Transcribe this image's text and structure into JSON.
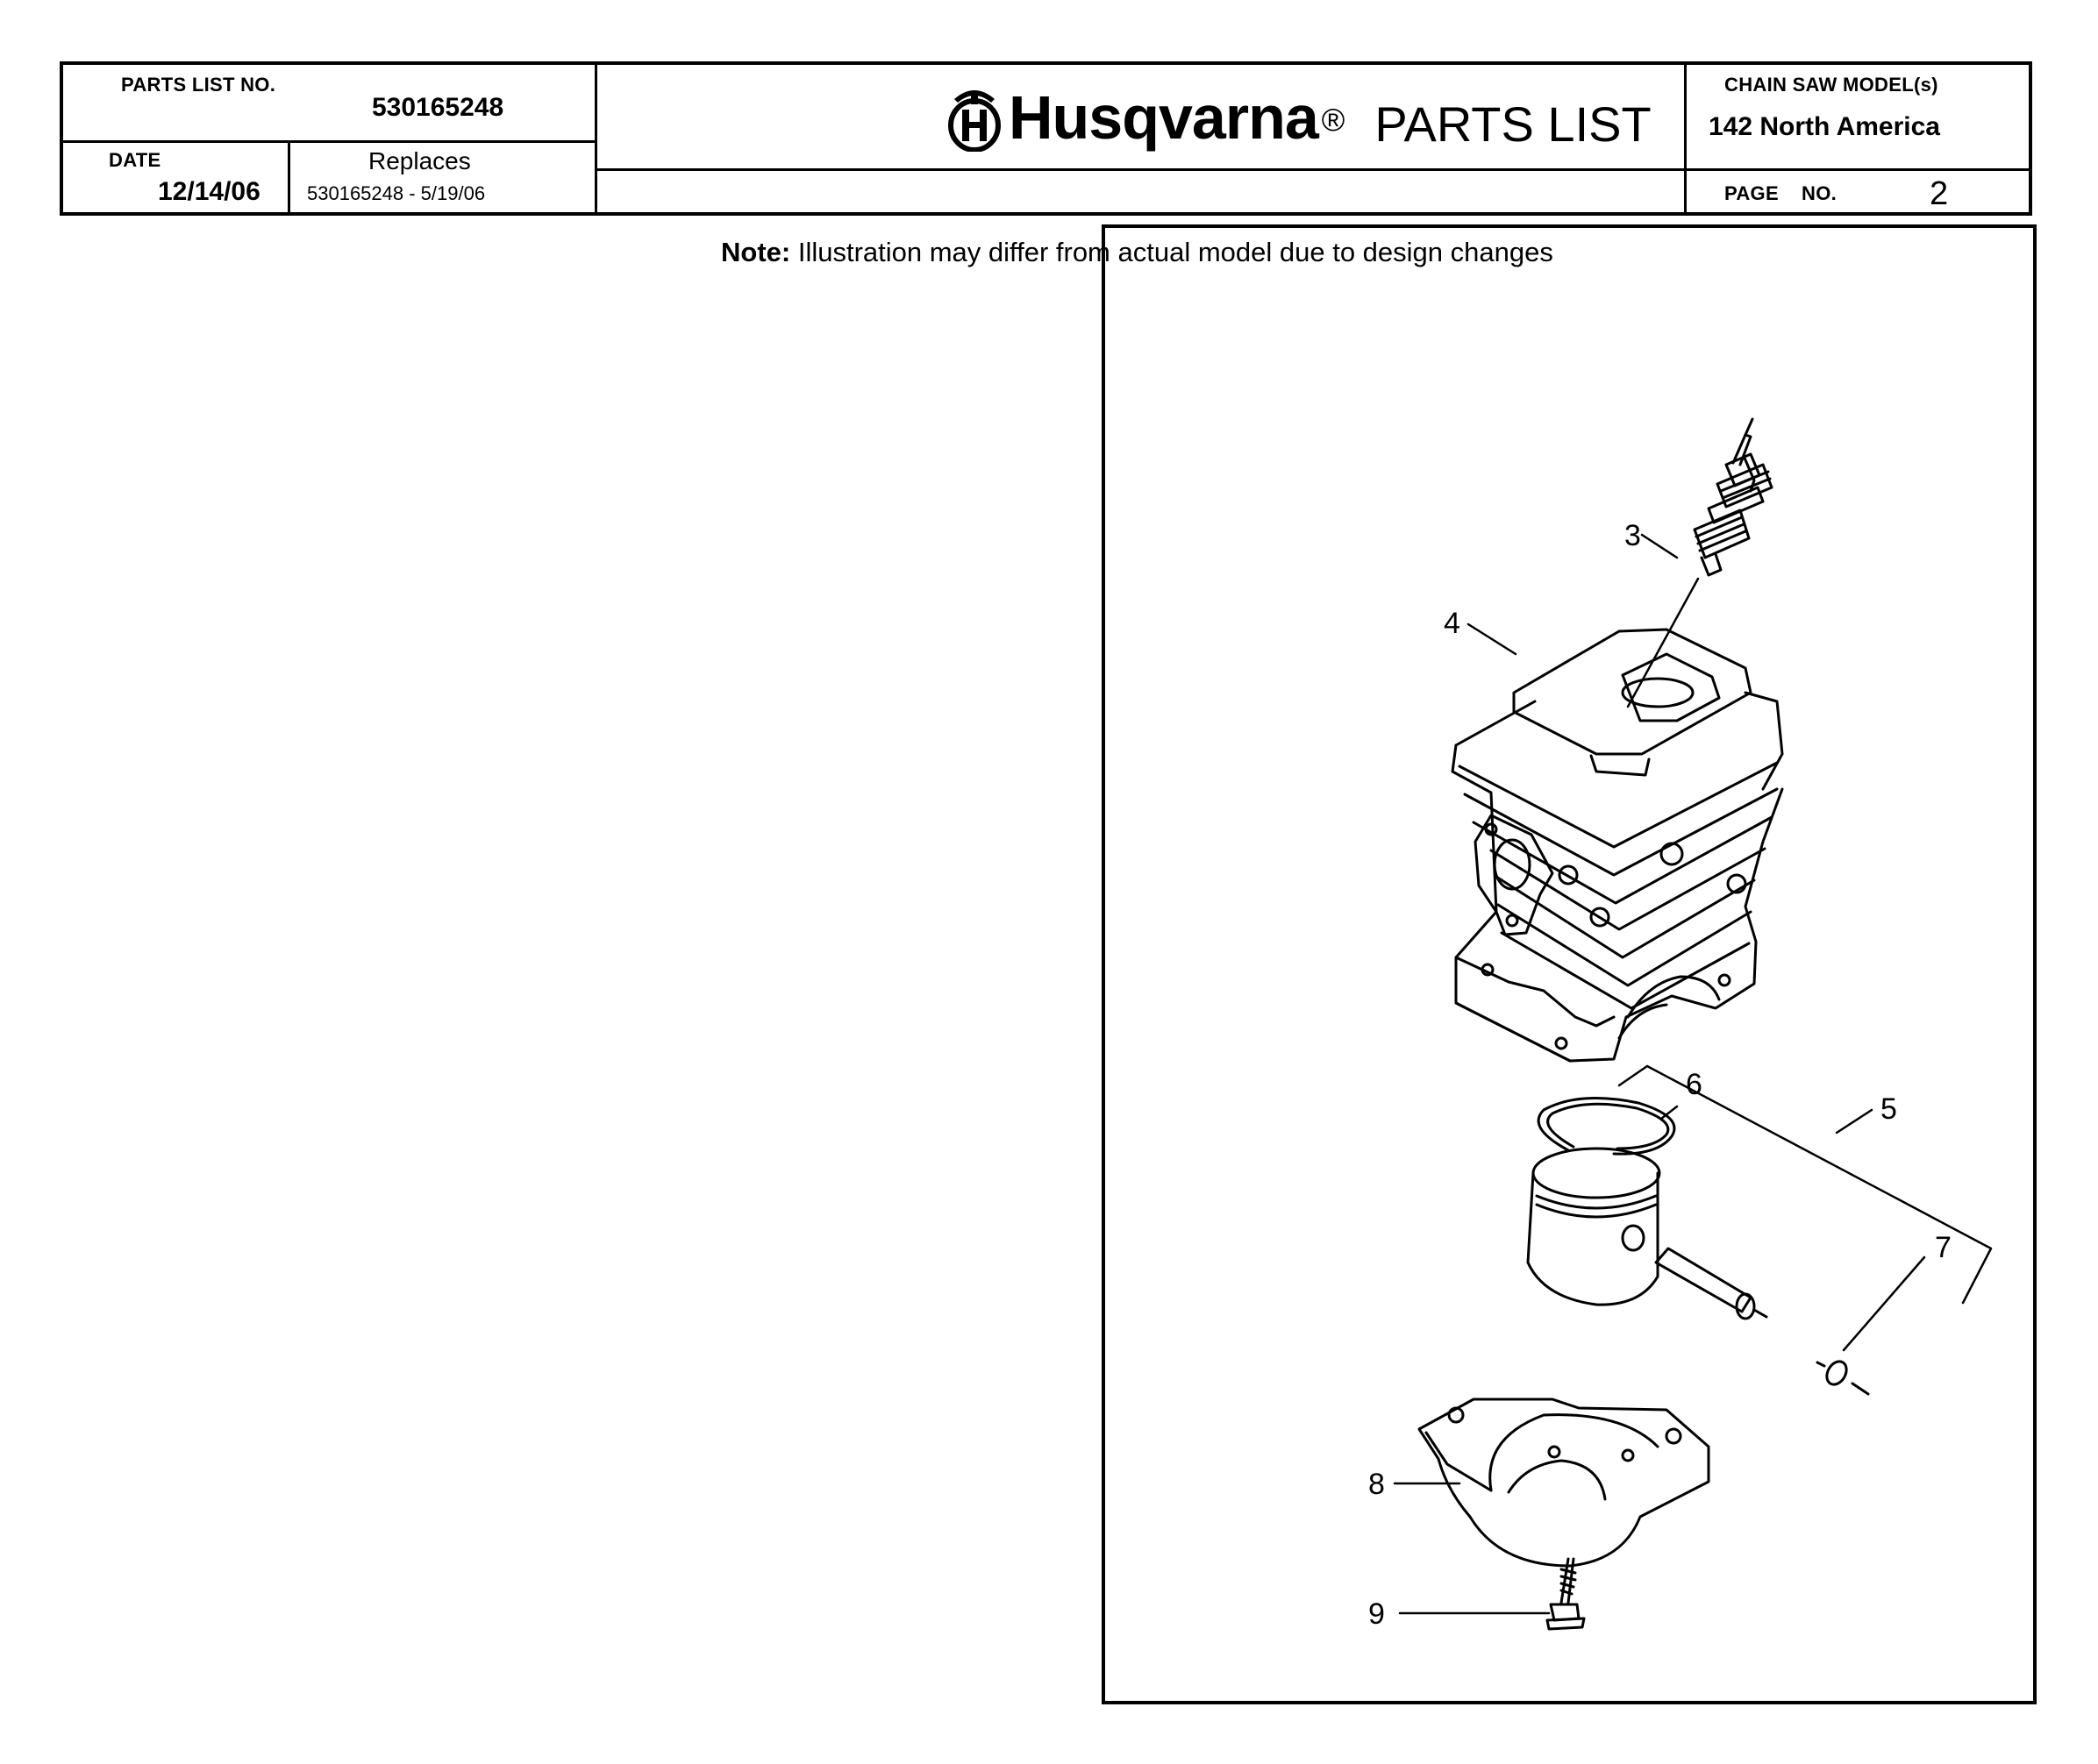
{
  "header": {
    "parts_list_no_label": "PARTS LIST NO.",
    "parts_list_no": "530165248",
    "date_label": "DATE",
    "date": "12/14/06",
    "replaces_label": "Replaces",
    "replaces": "530165248 - 5/19/06",
    "brand": "Husqvarna",
    "brand_reg": "®",
    "title": "PARTS LIST",
    "note_bold": "Note:",
    "note_text": " Illustration may differ from actual model due to design changes",
    "model_label": "CHAIN SAW MODEL(s)",
    "model": "142 North America",
    "page_label": "PAGE",
    "page_no_label": "NO.",
    "page_no": "2"
  },
  "diagram": {
    "callouts": [
      "3",
      "4",
      "5",
      "6",
      "7",
      "8",
      "9"
    ]
  }
}
